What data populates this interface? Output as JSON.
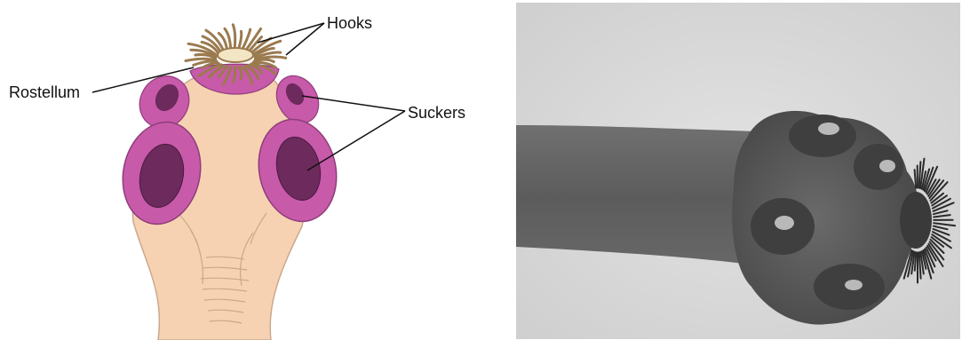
{
  "labels": {
    "hooks": "Hooks",
    "rostellum": "Rostellum",
    "suckers": "Suckers"
  },
  "colors": {
    "skin": "#f7d2b2",
    "skin_outline": "#caa98f",
    "sucker_rim": "#c85aaa",
    "sucker_inner": "#6d2a5c",
    "hooks": "#9a7a4f",
    "photo_background": "#dadada",
    "photo_specimen": "#555555"
  }
}
